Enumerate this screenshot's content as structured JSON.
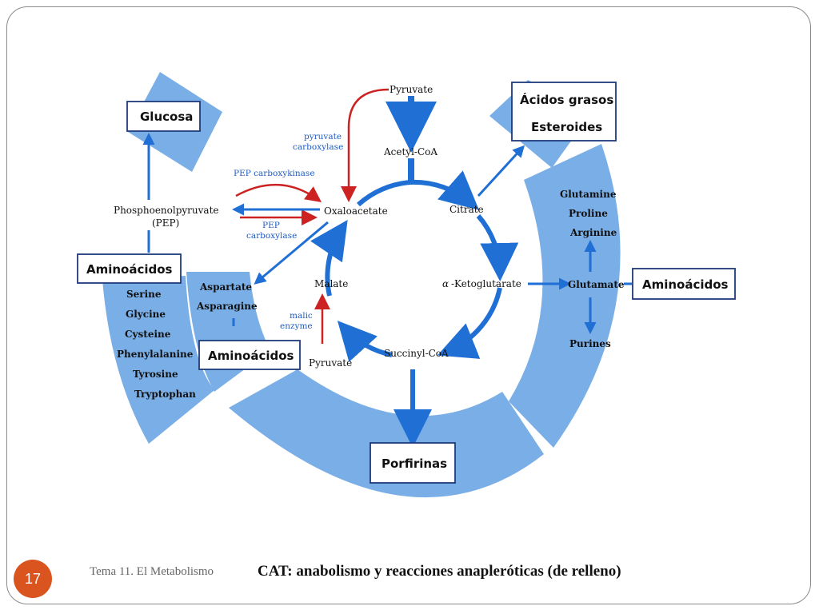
{
  "footer": {
    "page_number": "17",
    "subject": "Tema 11. El Metabolismo",
    "title": "CAT: anabolismo y reacciones anapleróticas (de relleno)"
  },
  "cycle": {
    "pyruvate_top": "Pyruvate",
    "acetyl_coa": "Acetyl-CoA",
    "oxaloacetate": "Oxaloacetate",
    "citrate": "Citrate",
    "alpha_ketoglutarate": "-Ketoglutarate",
    "alpha_symbol": "α",
    "succinyl_coa": "Succinyl-CoA",
    "malate": "Malate",
    "pyruvate_bottom": "Pyruvate"
  },
  "enzymes": {
    "pyruvate_carboxylase_1": "pyruvate",
    "pyruvate_carboxylase_2": "carboxylase",
    "pep_carboxykinase": "PEP carboxykinase",
    "pep_carboxylase_1": "PEP",
    "pep_carboxylase_2": "carboxylase",
    "malic_enzyme_1": "malic",
    "malic_enzyme_2": "enzyme"
  },
  "pep": {
    "line1": "Phosphoenolpyruvate",
    "line2": "(PEP)"
  },
  "boxes": {
    "glucosa": "Glucosa",
    "acidos_grasos": "Ácidos grasos",
    "esteroides": "Esteroides",
    "aminoacidos_left": "Aminoácidos",
    "aminoacidos_mid": "Aminoácidos",
    "aminoacidos_right": "Aminoácidos",
    "porfirinas": "Porfirinas"
  },
  "amino_left": [
    "Serine",
    "Glycine",
    "Cysteine",
    "Phenylalanine",
    "Tyrosine",
    "Tryptophan"
  ],
  "amino_mid": [
    "Aspartate",
    "Asparagine"
  ],
  "amino_right_top": [
    "Glutamine",
    "Proline",
    "Arginine"
  ],
  "glutamate": "Glutamate",
  "purines": "Purines",
  "colors": {
    "band": "#7aaee6",
    "cycle": "#1f6fd4",
    "red": "#cc2222",
    "box_border": "#1e3a7a",
    "page_badge": "#d9541e"
  }
}
